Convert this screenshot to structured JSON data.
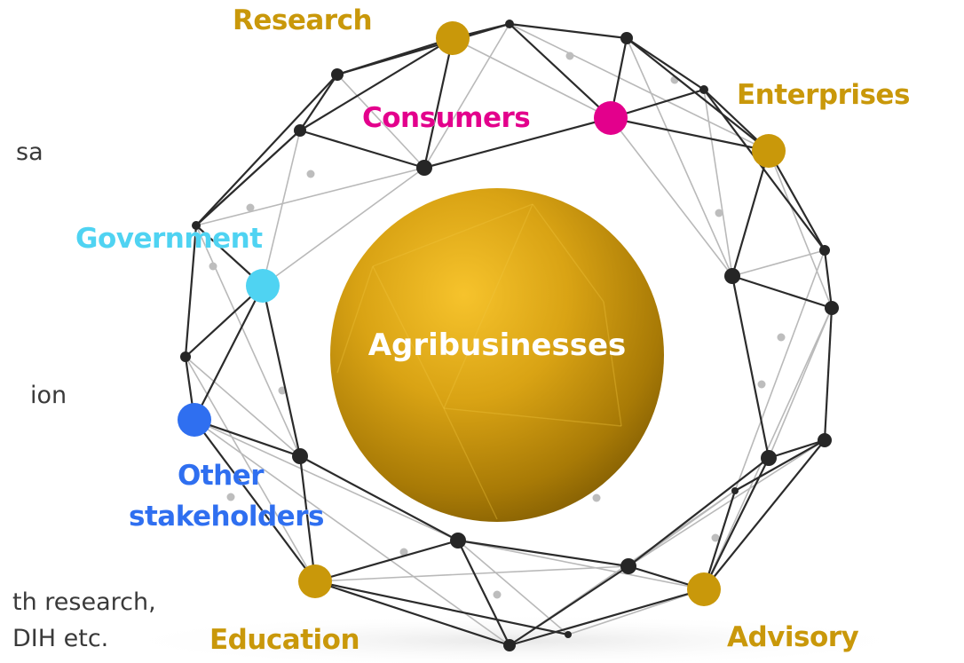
{
  "colors": {
    "gold": "#C9980A",
    "consumers": "#E3008C",
    "government": "#4FD3F2",
    "other_stakeholders": "#2F6FF0",
    "dark_node": "#2a2a2a",
    "light_node": "#b8b8b8"
  },
  "center": {
    "label": "Agribusinesses"
  },
  "stakeholders": {
    "research": "Research",
    "consumers": "Consumers",
    "enterprises": "Enterprises",
    "government": "Government",
    "other_line1": "Other",
    "other_line2": "stakeholders",
    "education": "Education",
    "advisory": "Advisory"
  },
  "clipped_text": {
    "line1": "sa",
    "line2": "ion",
    "line3": "th research,",
    "line4": "DIH etc."
  }
}
